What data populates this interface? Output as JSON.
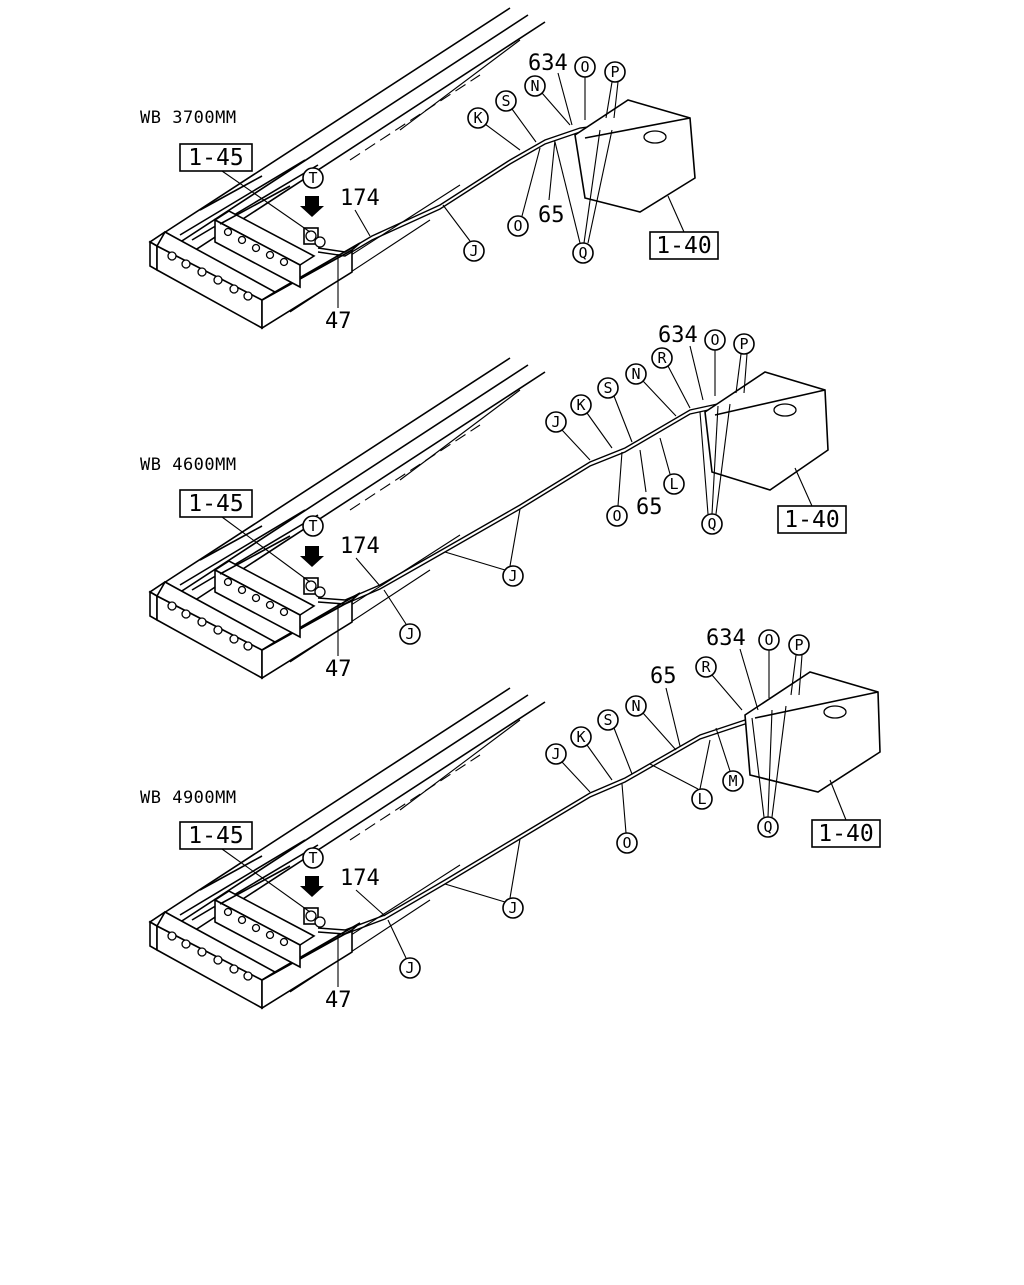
{
  "views": [
    {
      "wb": "WB 3700MM",
      "ref_frame": "1-45",
      "ref_tank": "1-40",
      "num_174": "174",
      "num_47": "47",
      "num_634": "634",
      "num_65": "65",
      "callouts": [
        "T",
        "K",
        "S",
        "N",
        "O",
        "P",
        "O",
        "Q",
        "J"
      ]
    },
    {
      "wb": "WB 4600MM",
      "ref_frame": "1-45",
      "ref_tank": "1-40",
      "num_174": "174",
      "num_47": "47",
      "num_634": "634",
      "num_65": "65",
      "callouts": [
        "T",
        "J",
        "K",
        "S",
        "N",
        "R",
        "O",
        "P",
        "L",
        "O",
        "Q",
        "J",
        "J"
      ]
    },
    {
      "wb": "WB 4900MM",
      "ref_frame": "1-45",
      "ref_tank": "1-40",
      "num_174": "174",
      "num_47": "47",
      "num_634": "634",
      "num_65": "65",
      "callouts": [
        "T",
        "J",
        "K",
        "S",
        "N",
        "R",
        "O",
        "P",
        "L",
        "M",
        "Q",
        "O",
        "J",
        "J"
      ]
    }
  ]
}
